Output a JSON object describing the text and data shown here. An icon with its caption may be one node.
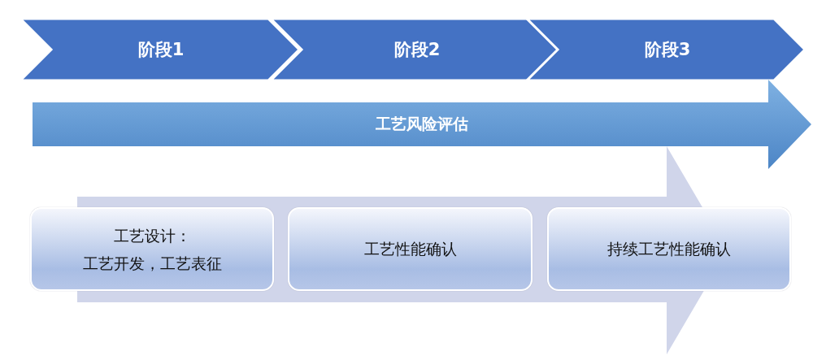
{
  "diagram": {
    "nodes": [
      {
        "text": [
          "阶段1"
        ]
      },
      {
        "text": [
          "阶段2"
        ]
      },
      {
        "text": [
          "阶段3"
        ]
      },
      {
        "text": [
          "工艺风险评估"
        ]
      },
      {
        "text": [
          "工艺设计：",
          "工艺开发，工艺表征"
        ]
      },
      {
        "text": [
          "工艺性能确认"
        ]
      },
      {
        "text": [
          "持续工艺性能确认"
        ]
      }
    ]
  }
}
